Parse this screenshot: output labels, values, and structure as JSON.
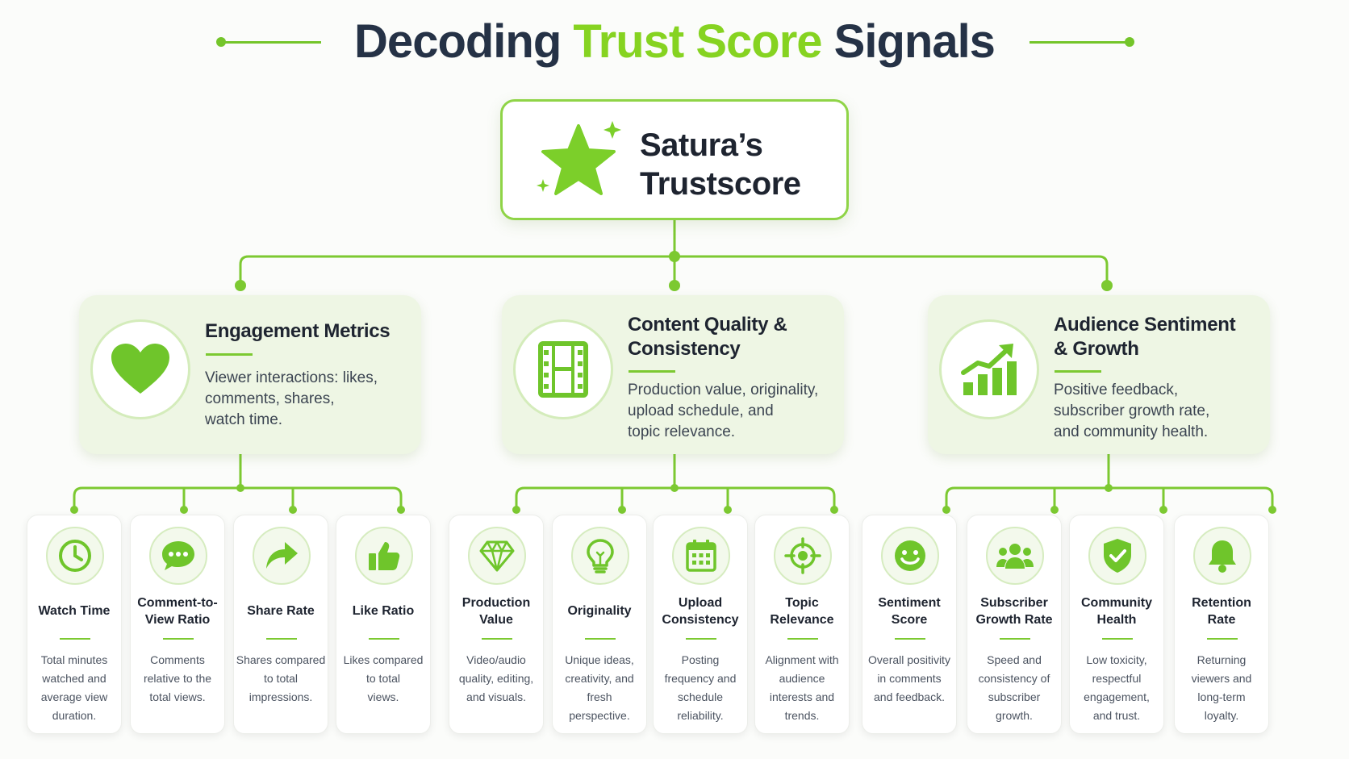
{
  "title": {
    "prefix": "Decoding",
    "accent": "Trust Score",
    "suffix": "Signals"
  },
  "root": {
    "title_line1": "Satura’s",
    "title_line2": "Trustscore",
    "icon": "star-icon"
  },
  "colors": {
    "accent_green": "#7cc931",
    "title_green": "#86d321",
    "dark_text": "#253246",
    "card_bg": "#eef6e4"
  },
  "categories": [
    {
      "icon": "heart-icon",
      "title_lines": [
        "Engagement Metrics"
      ],
      "desc_lines": [
        "Viewer interactions: likes,",
        "comments, shares,",
        "watch time."
      ]
    },
    {
      "icon": "film-icon",
      "title_lines": [
        "Content Quality &",
        "Consistency"
      ],
      "desc_lines": [
        "Production value, originality,",
        "upload schedule, and",
        "topic relevance."
      ]
    },
    {
      "icon": "growth-chart-icon",
      "title_lines": [
        "Audience Sentiment",
        "& Growth"
      ],
      "desc_lines": [
        "Positive feedback,",
        "subscriber growth rate,",
        "and community health."
      ]
    }
  ],
  "leaves": [
    {
      "icon": "clock-icon",
      "title_lines": [
        "Watch Time"
      ],
      "desc_lines": [
        "Total minutes",
        "watched and",
        "average view",
        "duration."
      ]
    },
    {
      "icon": "chat-bubble-icon",
      "title_lines": [
        "Comment-to-",
        "View Ratio"
      ],
      "desc_lines": [
        "Comments",
        "relative to the",
        "total views."
      ]
    },
    {
      "icon": "share-arrow-icon",
      "title_lines": [
        "Share Rate"
      ],
      "desc_lines": [
        "Shares compared",
        "to total",
        "impressions."
      ]
    },
    {
      "icon": "thumbs-up-icon",
      "title_lines": [
        "Like Ratio"
      ],
      "desc_lines": [
        "Likes compared",
        "to total",
        "views."
      ]
    },
    {
      "icon": "diamond-icon",
      "title_lines": [
        "Production",
        "Value"
      ],
      "desc_lines": [
        "Video/audio",
        "quality, editing,",
        "and visuals."
      ]
    },
    {
      "icon": "lightbulb-icon",
      "title_lines": [
        "Originality"
      ],
      "desc_lines": [
        "Unique ideas,",
        "creativity, and",
        "fresh",
        "perspective."
      ]
    },
    {
      "icon": "calendar-icon",
      "title_lines": [
        "Upload",
        "Consistency"
      ],
      "desc_lines": [
        "Posting",
        "frequency and",
        "schedule",
        "reliability."
      ]
    },
    {
      "icon": "target-icon",
      "title_lines": [
        "Topic",
        "Relevance"
      ],
      "desc_lines": [
        "Alignment with",
        "audience",
        "interests and",
        "trends."
      ]
    },
    {
      "icon": "smiley-icon",
      "title_lines": [
        "Sentiment",
        "Score"
      ],
      "desc_lines": [
        "Overall positivity",
        "in comments",
        "and feedback."
      ]
    },
    {
      "icon": "users-icon",
      "title_lines": [
        "Subscriber",
        "Growth Rate"
      ],
      "desc_lines": [
        "Speed and",
        "consistency of",
        "subscriber",
        "growth."
      ]
    },
    {
      "icon": "shield-check-icon",
      "title_lines": [
        "Community",
        "Health"
      ],
      "desc_lines": [
        "Low toxicity,",
        "respectful",
        "engagement,",
        "and trust."
      ]
    },
    {
      "icon": "bell-icon",
      "title_lines": [
        "Retention",
        "Rate"
      ],
      "desc_lines": [
        "Returning",
        "viewers and",
        "long-term",
        "loyalty."
      ]
    }
  ]
}
